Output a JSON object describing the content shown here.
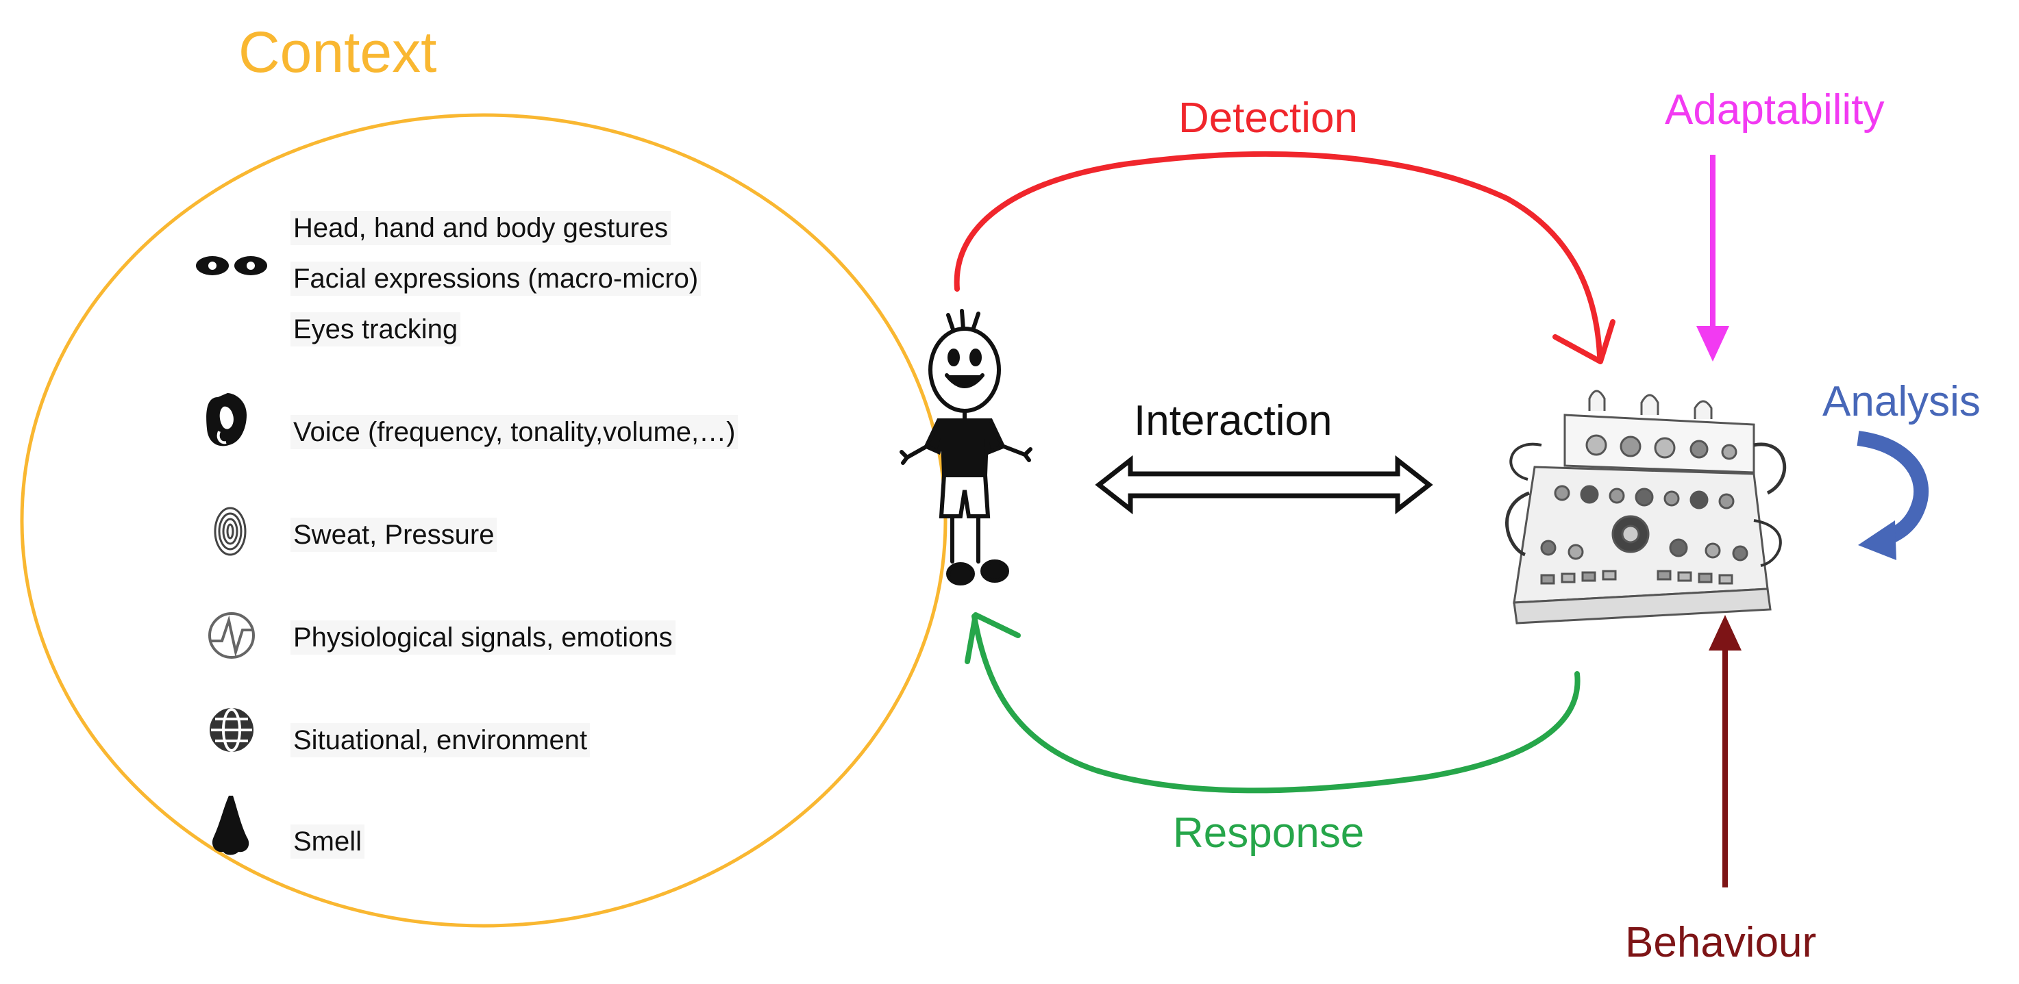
{
  "context": {
    "title": "Context",
    "items": [
      {
        "text": "Head, hand and body gestures",
        "icon": "eyes-icon"
      },
      {
        "text": "Facial expressions (macro-micro)",
        "icon": "eyes-icon"
      },
      {
        "text": "Eyes tracking",
        "icon": "eyes-icon"
      },
      {
        "text": "Voice (frequency, tonality,volume,…)",
        "icon": "ear-icon"
      },
      {
        "text": "Sweat, Pressure",
        "icon": "fingerprint-icon"
      },
      {
        "text": "Physiological signals, emotions",
        "icon": "signal-wave-icon"
      },
      {
        "text": "Situational, environment",
        "icon": "globe-icon"
      },
      {
        "text": "Smell",
        "icon": "nose-icon"
      }
    ]
  },
  "labels": {
    "detection": "Detection",
    "adaptability": "Adaptability",
    "analysis": "Analysis",
    "interaction": "Interaction",
    "response": "Response",
    "behaviour": "Behaviour"
  },
  "colors": {
    "context": "#f9b731",
    "detection": "#f0262c",
    "adaptability": "#f23af2",
    "analysis": "#4767b8",
    "response": "#26a64a",
    "behaviour": "#7d1416",
    "interaction": "#111111"
  },
  "icons": [
    "eyes-icon",
    "ear-icon",
    "fingerprint-icon",
    "signal-wave-icon",
    "globe-icon",
    "nose-icon",
    "stick-figure-child",
    "machine-console"
  ]
}
